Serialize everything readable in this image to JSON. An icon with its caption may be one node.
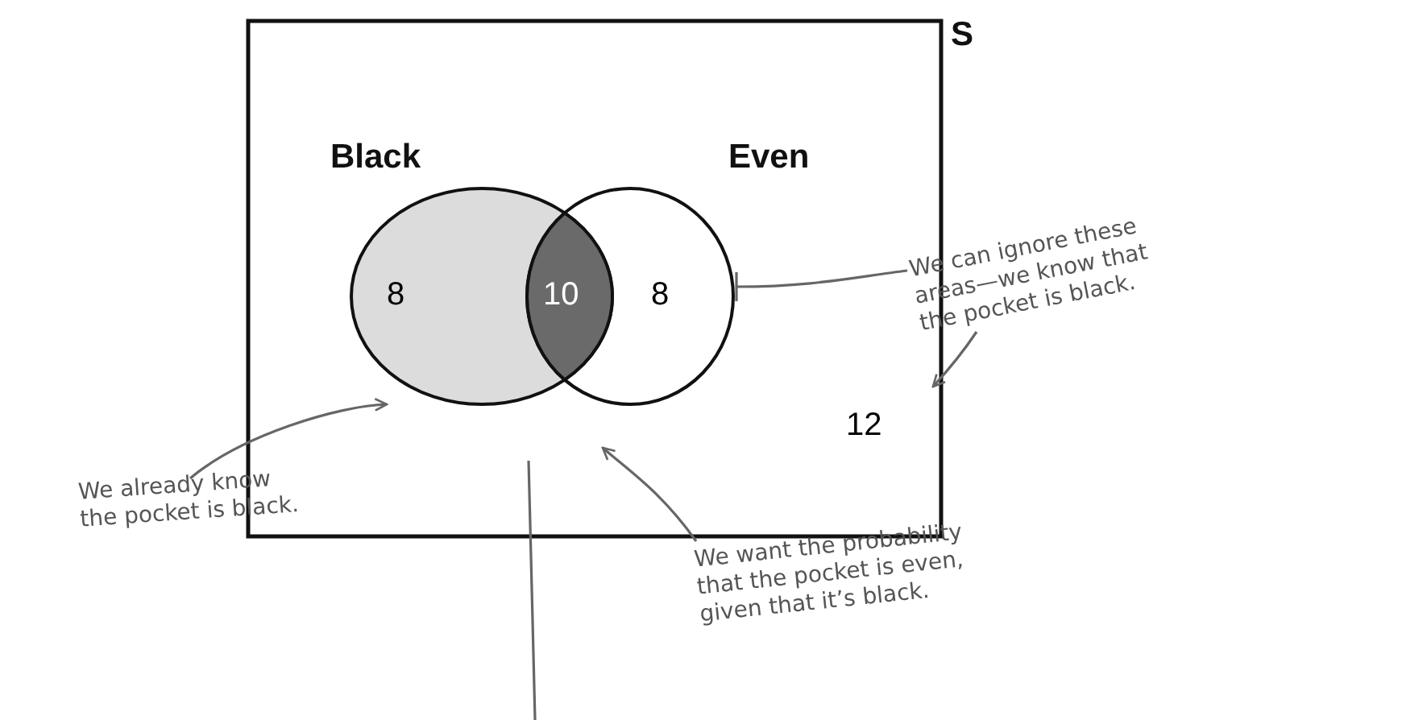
{
  "diagram": {
    "nodes": [
      {
        "text": [
          "S"
        ]
      },
      {
        "text": [
          "Black",
          "8"
        ],
        "in": 0
      },
      {
        "text": [
          "Even",
          "8"
        ],
        "in": 0
      },
      {
        "text": [
          "10"
        ]
      },
      {
        "text": [
          "We can ignore these areas—we know that the pocket is black."
        ]
      },
      {
        "text": [
          "We already know the pocket is black."
        ]
      },
      {
        "text": [
          "We want the probability that the pocket is even, given that it’s black."
        ]
      }
    ],
    "edges": [
      {
        "from": 4,
        "to": 2,
        "arrow": "none"
      },
      {
        "from": 4,
        "to": 0,
        "arrow": "to"
      },
      {
        "from": 5,
        "to": 1,
        "arrow": "to"
      },
      {
        "from": 6,
        "to": null,
        "arrow": "to"
      },
      {
        "from": null,
        "to": 0,
        "arrow": "none"
      }
    ],
    "labels": [
      "12"
    ]
  }
}
